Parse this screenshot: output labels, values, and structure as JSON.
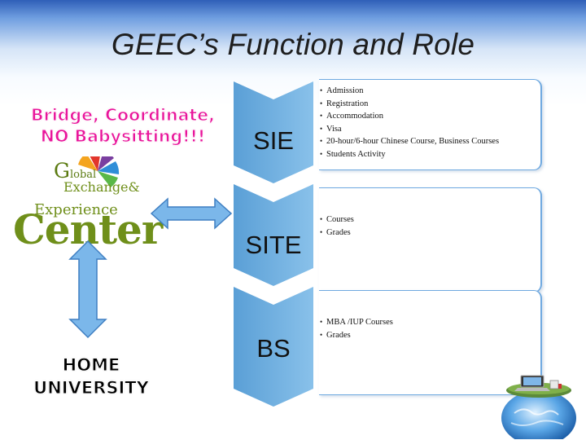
{
  "title": "GEEC’s Function and Role",
  "tagline": [
    "Bridge, Coordinate,",
    "NO Babysitting!!!"
  ],
  "logo": {
    "line1_first": "G",
    "line1_rest": "lobal",
    "line2": "Exchange&",
    "line3_first": "E",
    "line3_rest": "xperience",
    "line4": "Center"
  },
  "home_university": [
    "HOME",
    "UNIVERSITY"
  ],
  "units": [
    {
      "label": "SIE",
      "items": [
        "Admission",
        "Registration",
        "Accommodation",
        "Visa",
        "20-hour/6-hour Chinese Course, Business Courses",
        "Students Activity"
      ]
    },
    {
      "label": "SITE",
      "items": [
        "Courses",
        "Grades"
      ]
    },
    {
      "label": "BS",
      "items": [
        "MBA /IUP Courses",
        "Grades"
      ]
    }
  ],
  "colors": {
    "tagline": "#e9159b",
    "chevron": "#5a9fd6",
    "arrow": "#7bb7ea",
    "logo_green": "#6f8f1a",
    "box_border": "#6fa9e0"
  },
  "icons": [
    "double-arrow-horizontal-icon",
    "double-arrow-vertical-icon",
    "logo-pinwheel-icon",
    "globe-laptop-icon"
  ]
}
